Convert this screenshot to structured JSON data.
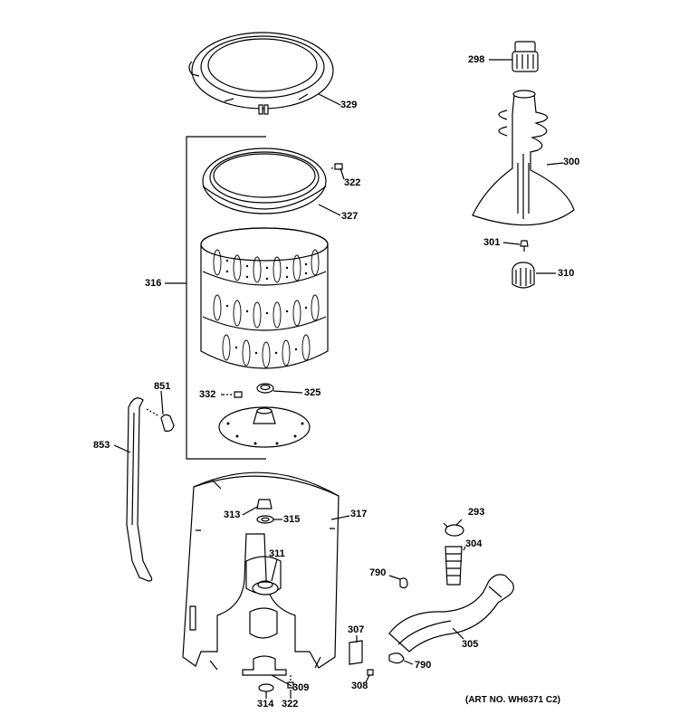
{
  "parts": {
    "p298": "298",
    "p329": "329",
    "p322a": "322",
    "p300": "300",
    "p327": "327",
    "p316": "316",
    "p301": "301",
    "p310": "310",
    "p851": "851",
    "p332": "332",
    "p325": "325",
    "p853": "853",
    "p313": "313",
    "p315": "315",
    "p317": "317",
    "p293": "293",
    "p304": "304",
    "p311": "311",
    "p790a": "790",
    "p307": "307",
    "p305": "305",
    "p790b": "790",
    "p309": "309",
    "p308": "308",
    "p314": "314",
    "p322b": "322"
  },
  "art_number": "(ART NO. WH6371 C2)",
  "colors": {
    "line": "#000000",
    "part_fill": "#ffffff",
    "shade": "#d8d8d8"
  }
}
